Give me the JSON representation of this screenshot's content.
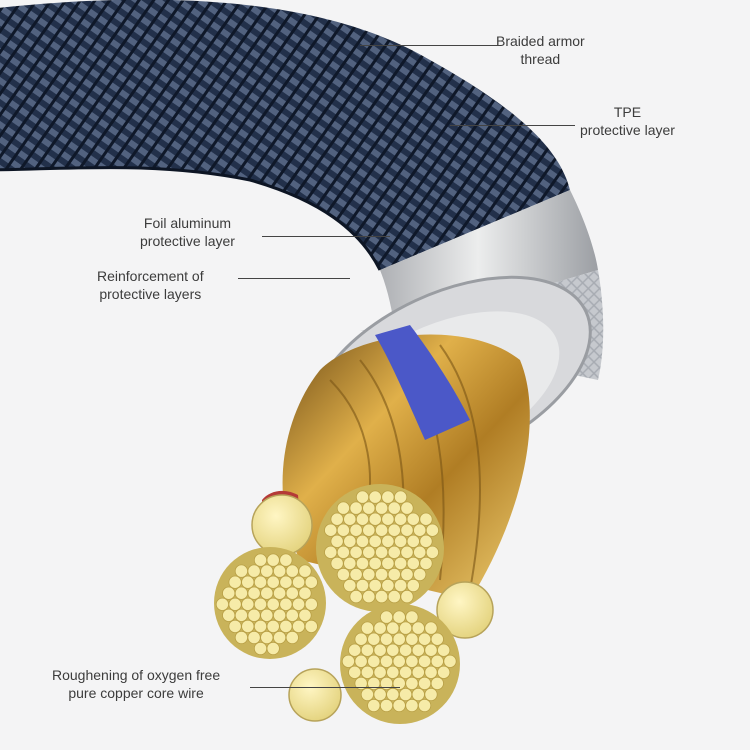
{
  "labels": {
    "braided": [
      "Braided armor",
      "thread"
    ],
    "tpe": [
      "TPE",
      "protective layer"
    ],
    "foil": [
      "Foil aluminum",
      "protective layer"
    ],
    "reinforcement": [
      "Reinforcement of",
      "protective layers"
    ],
    "copper": [
      "Roughening of oxygen free",
      "pure copper core wire"
    ]
  },
  "colors": {
    "background": "#f4f4f5",
    "braid": "#2b3752",
    "tpe": "#cfd0d3",
    "foil": "#b9bcc2",
    "copper": "#e7dc8f",
    "copper_dark": "#b07d24",
    "blue_wire": "#4b58c8",
    "red_wire": "#b53a37"
  }
}
